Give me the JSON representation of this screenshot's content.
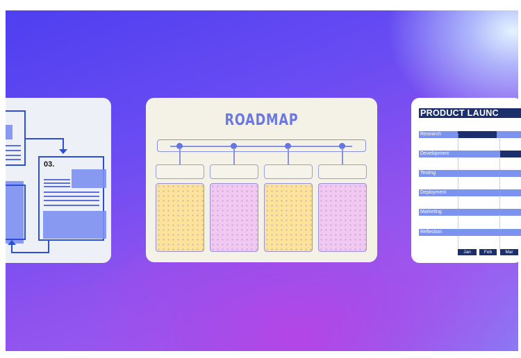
{
  "left_card": {
    "step_label": "03."
  },
  "roadmap_card": {
    "title": "ROADMAP",
    "milestones": 4,
    "columns": [
      "yellow",
      "pink",
      "yellow",
      "pink"
    ]
  },
  "product_card": {
    "title": "PRODUCT LAUNC",
    "tasks": [
      "Research",
      "Development",
      "Testing",
      "Deployment",
      "Marketing",
      "Reflection"
    ],
    "months": [
      "Jan",
      "Feb",
      "Mar"
    ]
  },
  "colors": {
    "accent": "#6b78e0",
    "navy": "#1a2f6b",
    "bar": "#7b93ef",
    "yellow": "#fde29a",
    "pink": "#f0c8f0"
  }
}
